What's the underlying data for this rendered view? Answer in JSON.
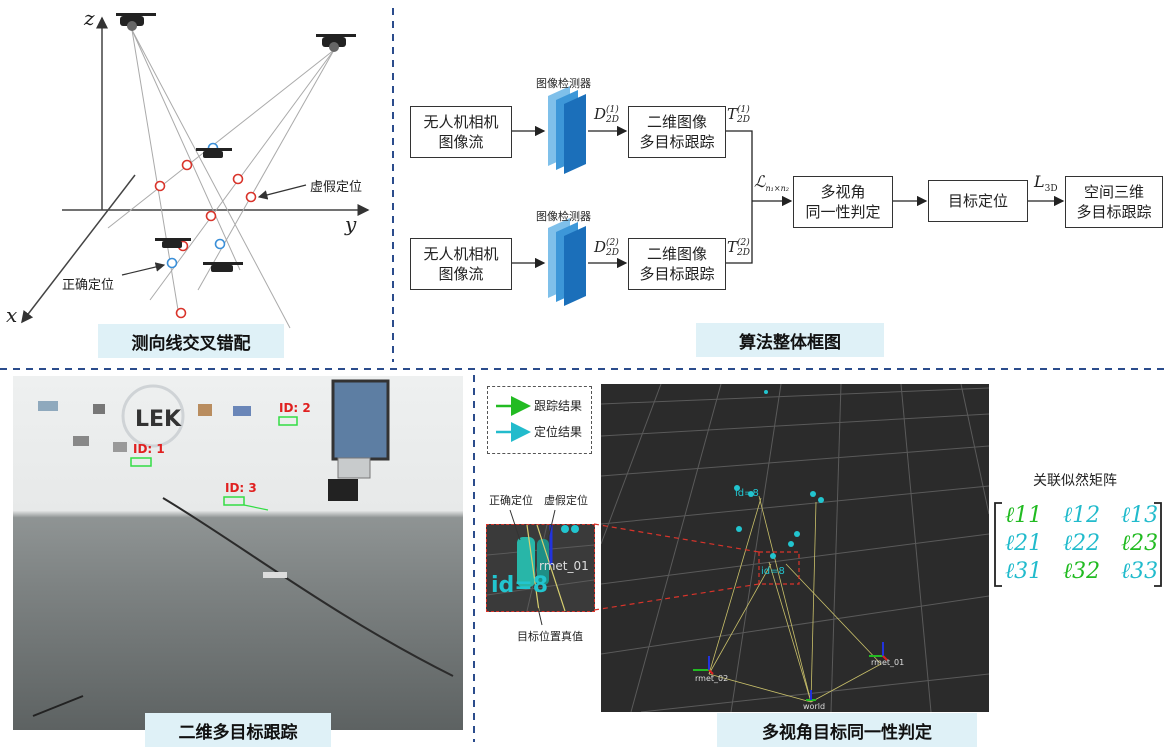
{
  "panel_tl": {
    "axis_z": "z",
    "axis_y": "y",
    "axis_x": "x",
    "label_false": "虚假定位",
    "label_correct": "正确定位",
    "caption": "测向线交叉错配"
  },
  "panel_tr": {
    "src1_line1": "无人机相机",
    "src1_line2": "图像流",
    "src2_line1": "无人机相机",
    "src2_line2": "图像流",
    "detector1": "图像检测器",
    "detector2": "图像检测器",
    "d1_main": "D",
    "d1_sub": "2D",
    "d1_sup": "(1)",
    "d2_main": "D",
    "d2_sub": "2D",
    "d2_sup": "(2)",
    "track1_line1": "二维图像",
    "track1_line2": "多目标跟踪",
    "track2_line1": "二维图像",
    "track2_line2": "多目标跟踪",
    "t1_main": "T",
    "t1_sub": "2D",
    "t1_sup": "(1)",
    "t2_main": "T",
    "t2_sub": "2D",
    "t2_sup": "(2)",
    "l_main": "ℒ",
    "l_sub": "n₁×n₂",
    "mv_line1": "多视角",
    "mv_line2": "同一性判定",
    "locate": "目标定位",
    "l3d_main": "L",
    "l3d_sub": "3D",
    "out_line1": "空间三维",
    "out_line2": "多目标跟踪",
    "caption": "算法整体框图"
  },
  "panel_bl": {
    "id1": "ID: 1",
    "id2": "ID: 2",
    "id3": "ID: 3",
    "caption": "二维多目标跟踪"
  },
  "panel_br": {
    "legend_track": "跟踪结果",
    "legend_locate": "定位结果",
    "label_correct": "正确定位",
    "label_false": "虚假定位",
    "label_truth": "目标位置真值",
    "inset_id": "id=8",
    "inset_text": "rmet_01",
    "viz_id1": "id=8",
    "viz_id2": "id=8",
    "frame_rmet02": "rmet_02",
    "frame_rmet01": "rmet_01",
    "frame_world": "world",
    "matrix_title": "关联似然矩阵",
    "matrix": [
      [
        "ℓ11",
        "ℓ12",
        "ℓ13"
      ],
      [
        "ℓ21",
        "ℓ22",
        "ℓ23"
      ],
      [
        "ℓ31",
        "ℓ32",
        "ℓ33"
      ]
    ],
    "matrix_colors": [
      [
        "#22bb22",
        "#22bbcc",
        "#22bbcc"
      ],
      [
        "#22bbcc",
        "#22bbcc",
        "#22bb22"
      ],
      [
        "#22bbcc",
        "#22bb22",
        "#22bbcc"
      ]
    ],
    "caption": "多视角目标同一性判定"
  },
  "colors": {
    "caption_bg": "#dff1f7",
    "divider": "#2b4c8c",
    "red_marker": "#d9342b",
    "blue_marker": "#3a8fd8"
  }
}
